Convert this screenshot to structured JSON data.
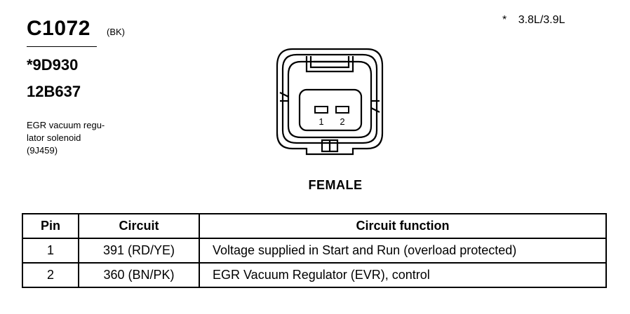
{
  "connector": {
    "id": "C1072",
    "color_code": "(BK)",
    "parts": [
      "*9D930",
      "12B637"
    ],
    "description": [
      "EGR vacuum regu-",
      "lator solenoid",
      "(9J459)"
    ],
    "engine_note_marker": "*",
    "engine_note": "3.8L/3.9L",
    "view_label": "FEMALE",
    "pin_labels": [
      "1",
      "2"
    ]
  },
  "table": {
    "headers": [
      "Pin",
      "Circuit",
      "Circuit function"
    ],
    "rows": [
      {
        "pin": "1",
        "circuit": "391 (RD/YE)",
        "function": "Voltage supplied in Start and Run (overload protected)"
      },
      {
        "pin": "2",
        "circuit": "360 (BN/PK)",
        "function": "EGR Vacuum Regulator (EVR), control"
      }
    ]
  }
}
